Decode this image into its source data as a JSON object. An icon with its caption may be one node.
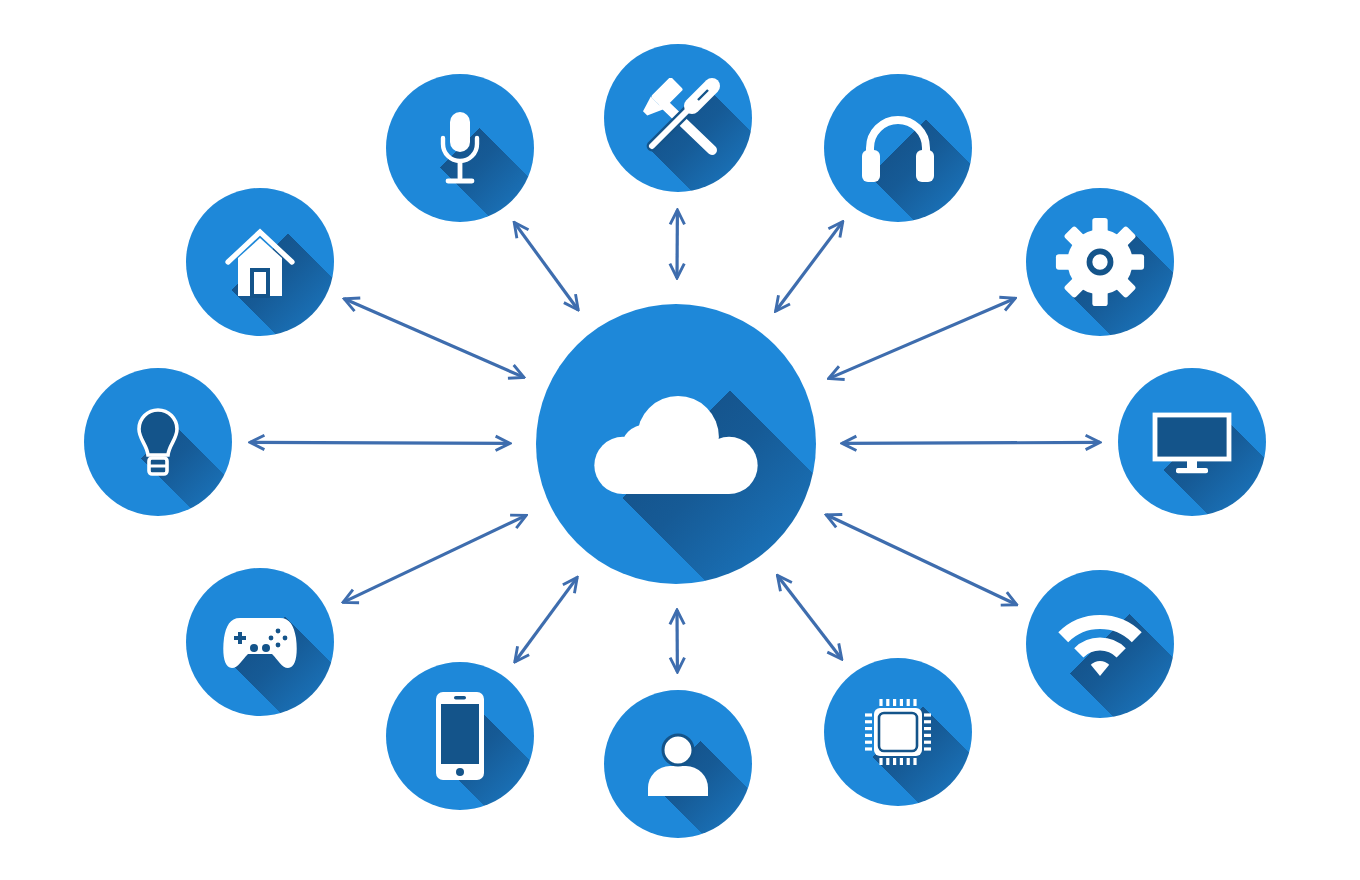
{
  "diagram": {
    "nodes": [
      {
        "text": [],
        "shape": "circle"
      },
      {
        "text": [],
        "shape": "circle"
      },
      {
        "text": [],
        "shape": "circle"
      },
      {
        "text": [],
        "shape": "circle"
      },
      {
        "text": [],
        "shape": "circle"
      },
      {
        "text": [],
        "shape": "circle"
      },
      {
        "text": [],
        "shape": "circle"
      },
      {
        "text": [],
        "shape": "circle"
      },
      {
        "text": [],
        "shape": "circle"
      },
      {
        "text": [],
        "shape": "circle"
      },
      {
        "text": [],
        "shape": "circle"
      },
      {
        "text": [],
        "shape": "circle"
      },
      {
        "text": [],
        "shape": "circle"
      }
    ],
    "edges": [
      {
        "from": 0,
        "to": 6,
        "arrow": "both"
      },
      {
        "from": 1,
        "to": 6,
        "arrow": "both"
      },
      {
        "from": 2,
        "to": 6,
        "arrow": "both"
      },
      {
        "from": 3,
        "to": 6,
        "arrow": "both"
      },
      {
        "from": 4,
        "to": 6,
        "arrow": "both"
      },
      {
        "from": 5,
        "to": 6,
        "arrow": "both"
      },
      {
        "from": 7,
        "to": 6,
        "arrow": "both"
      },
      {
        "from": 8,
        "to": 6,
        "arrow": "both"
      },
      {
        "from": 9,
        "to": 6,
        "arrow": "both"
      },
      {
        "from": 10,
        "to": 6,
        "arrow": "both"
      },
      {
        "from": 11,
        "to": 6,
        "arrow": "both"
      },
      {
        "from": 12,
        "to": 6,
        "arrow": "both"
      }
    ]
  }
}
